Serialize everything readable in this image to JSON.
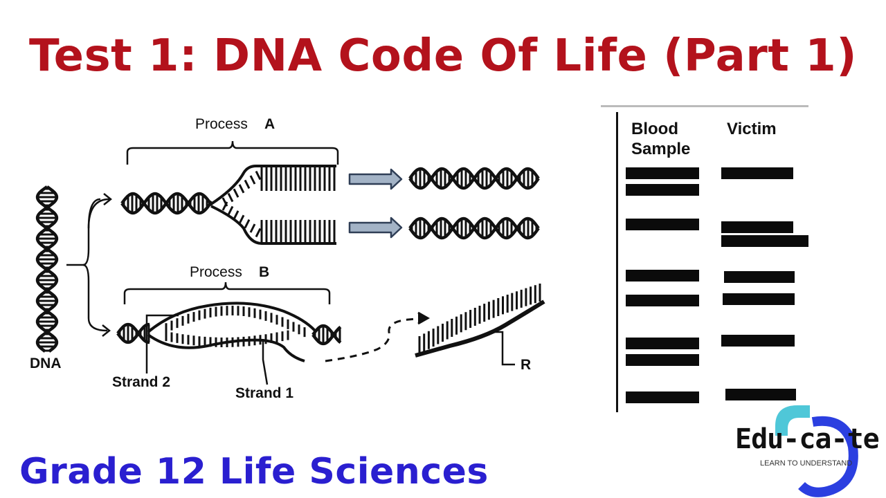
{
  "header": {
    "title": "Test 1: DNA Code Of Life (Part 1)"
  },
  "footer": {
    "subtitle": "Grade 12 Life Sciences"
  },
  "colors": {
    "title": "#b3121c",
    "subtitle": "#2a1fd0",
    "arrow_fill": "#a3b3c6",
    "arrow_stroke": "#2f3e56",
    "logo_cyan": "#4fc7d8",
    "logo_blue": "#2b3fe0"
  },
  "diagram": {
    "process_a_label": "Process",
    "process_a_letter": "A",
    "process_b_label": "Process",
    "process_b_letter": "B",
    "dna_label": "DNA",
    "strand2_label": "Strand 2",
    "strand1_label": "Strand 1",
    "r_label": "R"
  },
  "gel": {
    "col1_line1": "Blood",
    "col1_line2": "Sample",
    "col2": "Victim"
  },
  "logo": {
    "text": "Edu-ca-te",
    "tagline": "LEARN TO UNDERSTAND"
  }
}
